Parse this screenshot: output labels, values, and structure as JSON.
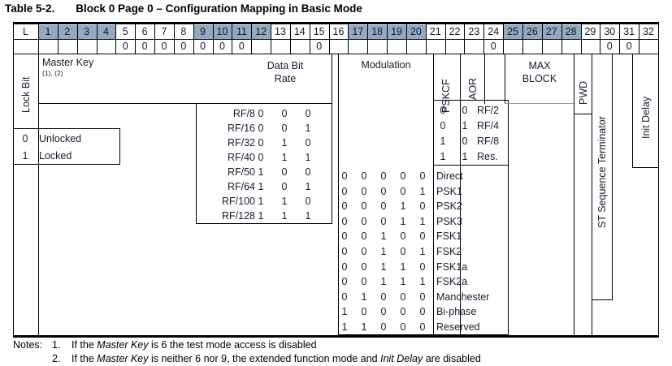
{
  "caption": {
    "number": "Table 5-2.",
    "title": "Block 0 Page 0 – Configuration Mapping in Basic Mode"
  },
  "header": {
    "lock_label": "L",
    "bits": [
      "1",
      "2",
      "3",
      "4",
      "5",
      "6",
      "7",
      "8",
      "9",
      "10",
      "11",
      "12",
      "13",
      "14",
      "15",
      "16",
      "17",
      "18",
      "19",
      "20",
      "21",
      "22",
      "23",
      "24",
      "25",
      "26",
      "27",
      "28",
      "29",
      "30",
      "31",
      "32"
    ],
    "shaded_bits": [
      "1",
      "2",
      "3",
      "4",
      "9",
      "10",
      "11",
      "12",
      "17",
      "18",
      "19",
      "20",
      "25",
      "26",
      "27",
      "28"
    ],
    "shade_color": "#92a9c1"
  },
  "zero_row": {
    "label": "0",
    "bits_with_zero": [
      "5",
      "6",
      "7",
      "8",
      "9",
      "10",
      "11",
      "15",
      "24",
      "30",
      "31"
    ]
  },
  "fields": {
    "lock_bit": "Lock Bit",
    "master_key": "Master Key",
    "master_key_footnotes": "(1), (2)",
    "data_bit_rate": "Data Bit\nRate",
    "data_bit_rate_l1": "Data Bit",
    "data_bit_rate_l2": "Rate",
    "modulation": "Modulation",
    "pskcf": "PSKCF",
    "aor": "AOR",
    "max_block_l1": "MAX",
    "max_block_l2": "BLOCK",
    "pwd": "PWD",
    "st_sequence_terminator": "ST Sequence Terminator",
    "init_delay": "Init Delay"
  },
  "lock_bit_table": [
    {
      "code": "0",
      "meaning": "Unlocked"
    },
    {
      "code": "1",
      "meaning": "Locked"
    }
  ],
  "data_bit_rate_table": [
    {
      "name": "RF/8",
      "bits": [
        "0",
        "0",
        "0"
      ]
    },
    {
      "name": "RF/16",
      "bits": [
        "0",
        "0",
        "1"
      ]
    },
    {
      "name": "RF/32",
      "bits": [
        "0",
        "1",
        "0"
      ]
    },
    {
      "name": "RF/40",
      "bits": [
        "0",
        "1",
        "1"
      ]
    },
    {
      "name": "RF/50",
      "bits": [
        "1",
        "0",
        "0"
      ]
    },
    {
      "name": "RF/64",
      "bits": [
        "1",
        "0",
        "1"
      ]
    },
    {
      "name": "RF/100",
      "bits": [
        "1",
        "1",
        "0"
      ]
    },
    {
      "name": "RF/128",
      "bits": [
        "1",
        "1",
        "1"
      ]
    }
  ],
  "pskcf_table": [
    {
      "bits": [
        "0",
        "0"
      ],
      "name": "RF/2"
    },
    {
      "bits": [
        "0",
        "1"
      ],
      "name": "RF/4"
    },
    {
      "bits": [
        "1",
        "0"
      ],
      "name": "RF/8"
    },
    {
      "bits": [
        "1",
        "1"
      ],
      "name": "Res."
    }
  ],
  "modulation_table": [
    {
      "bits": [
        "0",
        "0",
        "0",
        "0",
        "0"
      ],
      "name": "Direct"
    },
    {
      "bits": [
        "0",
        "0",
        "0",
        "0",
        "1"
      ],
      "name": "PSK1"
    },
    {
      "bits": [
        "0",
        "0",
        "0",
        "1",
        "0"
      ],
      "name": "PSK2"
    },
    {
      "bits": [
        "0",
        "0",
        "0",
        "1",
        "1"
      ],
      "name": "PSK3"
    },
    {
      "bits": [
        "0",
        "0",
        "1",
        "0",
        "0"
      ],
      "name": "FSK1"
    },
    {
      "bits": [
        "0",
        "0",
        "1",
        "0",
        "1"
      ],
      "name": "FSK2"
    },
    {
      "bits": [
        "0",
        "0",
        "1",
        "1",
        "0"
      ],
      "name": "FSK1a"
    },
    {
      "bits": [
        "0",
        "0",
        "1",
        "1",
        "1"
      ],
      "name": "FSK2a"
    },
    {
      "bits": [
        "0",
        "1",
        "0",
        "0",
        "0"
      ],
      "name": "Manchester"
    },
    {
      "bits": [
        "1",
        "0",
        "0",
        "0",
        "0"
      ],
      "name": "Bi-phase"
    },
    {
      "bits": [
        "1",
        "1",
        "0",
        "0",
        "0"
      ],
      "name": "Reserved"
    }
  ],
  "notes": {
    "lead": "Notes:",
    "items": [
      {
        "index": "1.",
        "pre": "If the ",
        "em": "Master Key",
        "post": " is 6 the test mode access is disabled"
      },
      {
        "index": "2.",
        "pre": "If the ",
        "em": "Master Key",
        "post": " is neither 6 nor 9, the extended function mode and ",
        "em2": "Init Delay",
        "post2": " are disabled"
      }
    ]
  }
}
